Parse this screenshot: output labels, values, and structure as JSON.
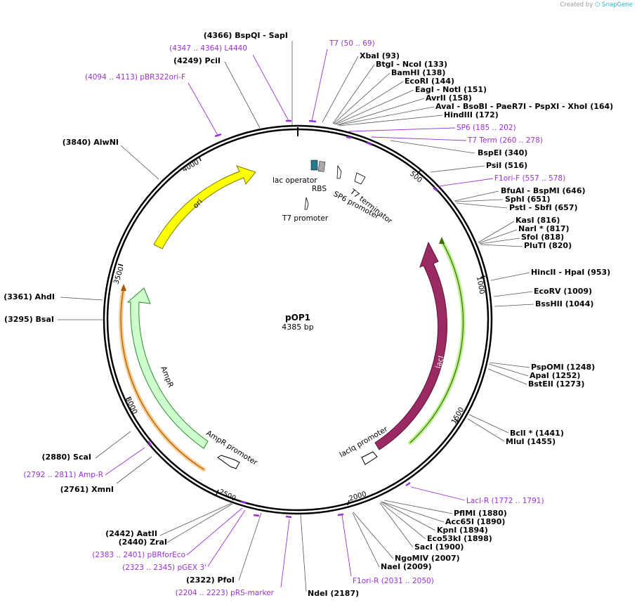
{
  "credit": {
    "prefix": "Created by",
    "brand": "SnapGene"
  },
  "plasmid": {
    "name": "pOP1",
    "length_label": "4385 bp"
  },
  "ticks": [
    "500",
    "1000",
    "1500",
    "2000",
    "2500",
    "3000",
    "3500",
    "4000"
  ],
  "sites": [
    {
      "text": "(4366)  BspQI  - SapI"
    },
    {
      "text": "(4249)  PciI"
    },
    {
      "text": "(3840)  AlwNI"
    },
    {
      "text": "(3361)  AhdI"
    },
    {
      "text": "(3295)  BsaI"
    },
    {
      "text": "(2880)  ScaI"
    },
    {
      "text": "(2761)  XmnI"
    },
    {
      "text": "(2442)  AatII"
    },
    {
      "text": "(2440)  ZraI"
    },
    {
      "text": "(2322)  PfoI"
    },
    {
      "text": "NdeI  (2187)"
    },
    {
      "text": "XbaI  (93)"
    },
    {
      "text": "BtgI  - NcoI  (133)"
    },
    {
      "text": "BamHI  (138)"
    },
    {
      "text": "EcoRI  (144)"
    },
    {
      "text": "EagI  - NotI  (151)"
    },
    {
      "text": "AvrII  (158)"
    },
    {
      "text": "AvaI  - BsoBI  - PaeR7I  - PspXI  - XhoI  (164)"
    },
    {
      "text": "HindIII  (172)"
    },
    {
      "text": "BspEI  (340)"
    },
    {
      "text": "PsiI  (516)"
    },
    {
      "text": "BfuAI  - BspMI  (646)"
    },
    {
      "text": "SphI  (651)"
    },
    {
      "text": "PstI  - SbfI  (657)"
    },
    {
      "text": "KasI  (816)"
    },
    {
      "text": "NarI *  (817)"
    },
    {
      "text": "SfoI  (818)"
    },
    {
      "text": "PluTI  (820)"
    },
    {
      "text": "HincII  - HpaI  (953)"
    },
    {
      "text": "EcoRV  (1009)"
    },
    {
      "text": "BssHII  (1044)"
    },
    {
      "text": "PspOMI  (1248)"
    },
    {
      "text": "ApaI  (1252)"
    },
    {
      "text": "BstEII  (1273)"
    },
    {
      "text": "BclI *  (1441)"
    },
    {
      "text": "MluI  (1455)"
    },
    {
      "text": "PflMI  (1880)"
    },
    {
      "text": "Acc65I  (1890)"
    },
    {
      "text": "KpnI  (1894)"
    },
    {
      "text": "Eco53kI  (1898)"
    },
    {
      "text": "SacI  (1900)"
    },
    {
      "text": "NgoMIV  (2007)"
    },
    {
      "text": "NaeI  (2009)"
    }
  ],
  "primers": [
    {
      "text": "(4347 .. 4364)  L4440"
    },
    {
      "text": "(4094 .. 4113)  pBR322ori-F"
    },
    {
      "text": "(2792 .. 2811)  Amp-R"
    },
    {
      "text": "(2383 .. 2401)  pBRforEco"
    },
    {
      "text": "(2323 .. 2345)  pGEX 3'"
    },
    {
      "text": "(2204 .. 2223)  pRS-marker"
    },
    {
      "text": "T7  (50 .. 69)"
    },
    {
      "text": "SP6  (185 .. 202)"
    },
    {
      "text": "T7 Term  (260 .. 278)"
    },
    {
      "text": "F1ori-F  (557 .. 578)"
    },
    {
      "text": "LacI-R  (1772 .. 1791)"
    },
    {
      "text": "F1ori-R  (2031 .. 2050)"
    }
  ],
  "features": {
    "ori": "ori",
    "ampr": "AmpR",
    "ampr_promoter": "AmpR promoter",
    "laci": "lacI",
    "laciq_promoter": "lacIq promoter",
    "lac_operator": "lac operator",
    "rbs": "RBS",
    "t7_promoter": "T7 promoter",
    "sp6_promoter": "SP6 promoter",
    "t7_terminator": "T7 terminator"
  },
  "colors": {
    "ori": "#ffff00",
    "ampr": "#ccffcc",
    "laci": "#9b2a62",
    "primer": "#9b30d9",
    "lac_operator": "#26788c",
    "rbs": "#a9a9a9",
    "highlight_orange": "#f7c98b",
    "highlight_green": "#b9f08a"
  }
}
